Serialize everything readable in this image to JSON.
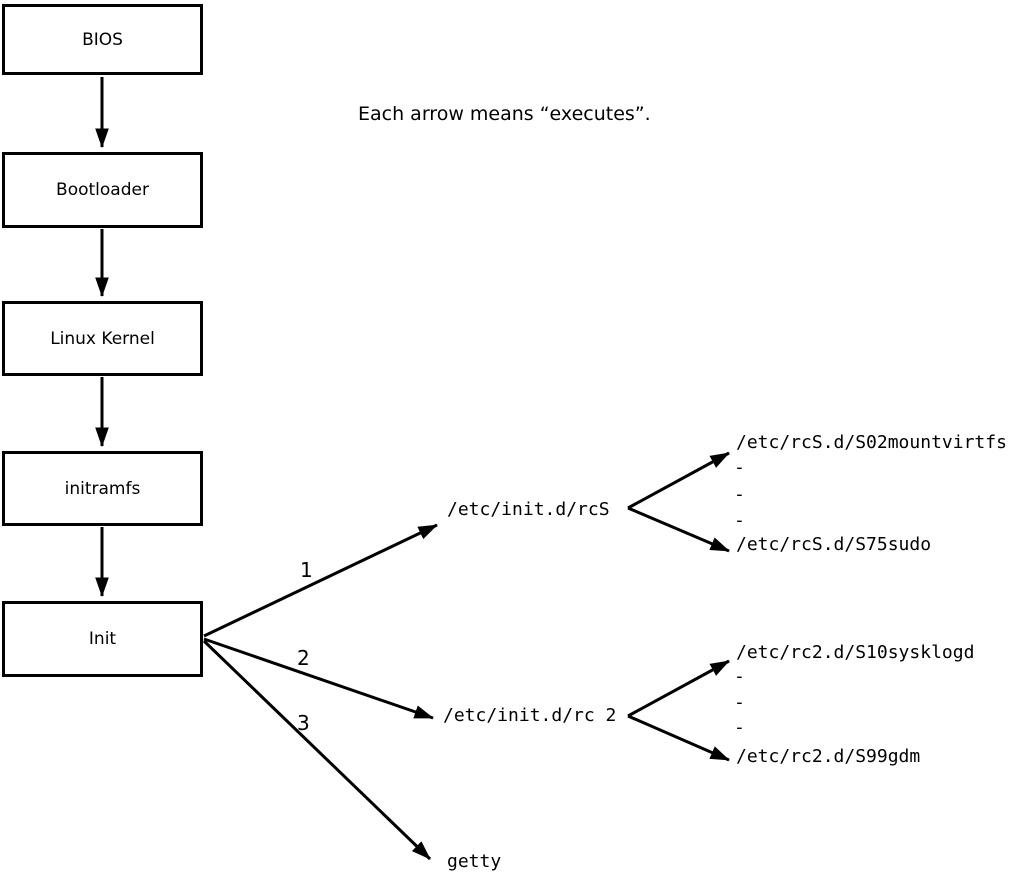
{
  "caption": "Each arrow means “executes”.",
  "flow_boxes": [
    {
      "label": "BIOS"
    },
    {
      "label": "Bootloader"
    },
    {
      "label": "Linux Kernel"
    },
    {
      "label": "initramfs"
    },
    {
      "label": "Init"
    }
  ],
  "arrow_labels": [
    "1",
    "2",
    "3"
  ],
  "branch_rcS": {
    "script": "/etc/init.d/rcS",
    "entries": [
      "/etc/rcS.d/S02mountvirtfs",
      "-",
      "-",
      "-",
      "/etc/rcS.d/S75sudo"
    ]
  },
  "branch_rc2": {
    "script": "/etc/init.d/rc 2",
    "entries": [
      "/etc/rc2.d/S10sysklogd",
      "-",
      "-",
      "-",
      "/etc/rc2.d/S99gdm"
    ]
  },
  "branch_getty": {
    "script": "getty"
  },
  "colors": {
    "line": "#000000",
    "background": "#ffffff"
  }
}
